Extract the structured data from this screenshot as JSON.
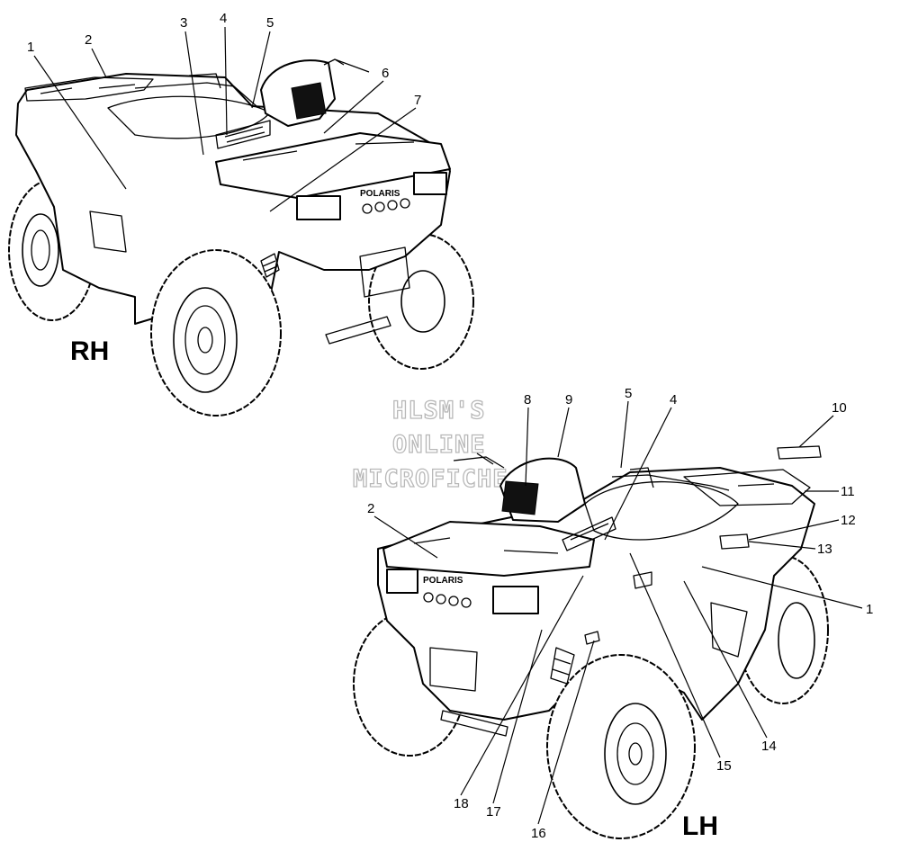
{
  "views": {
    "rh": {
      "label": "RH"
    },
    "lh": {
      "label": "LH"
    }
  },
  "watermark": {
    "line1": "HLSM'S",
    "line2": "ONLINE",
    "line3": "MICROFICHE"
  },
  "brand": {
    "rh": "POLARIS",
    "lh": "POLARIS"
  },
  "callouts": {
    "rh": [
      "1",
      "2",
      "3",
      "4",
      "5",
      "6",
      "7"
    ],
    "lh": [
      "8",
      "9",
      "5",
      "4",
      "10",
      "11",
      "12",
      "13",
      "2",
      "1",
      "14",
      "15",
      "16",
      "17",
      "18"
    ]
  }
}
